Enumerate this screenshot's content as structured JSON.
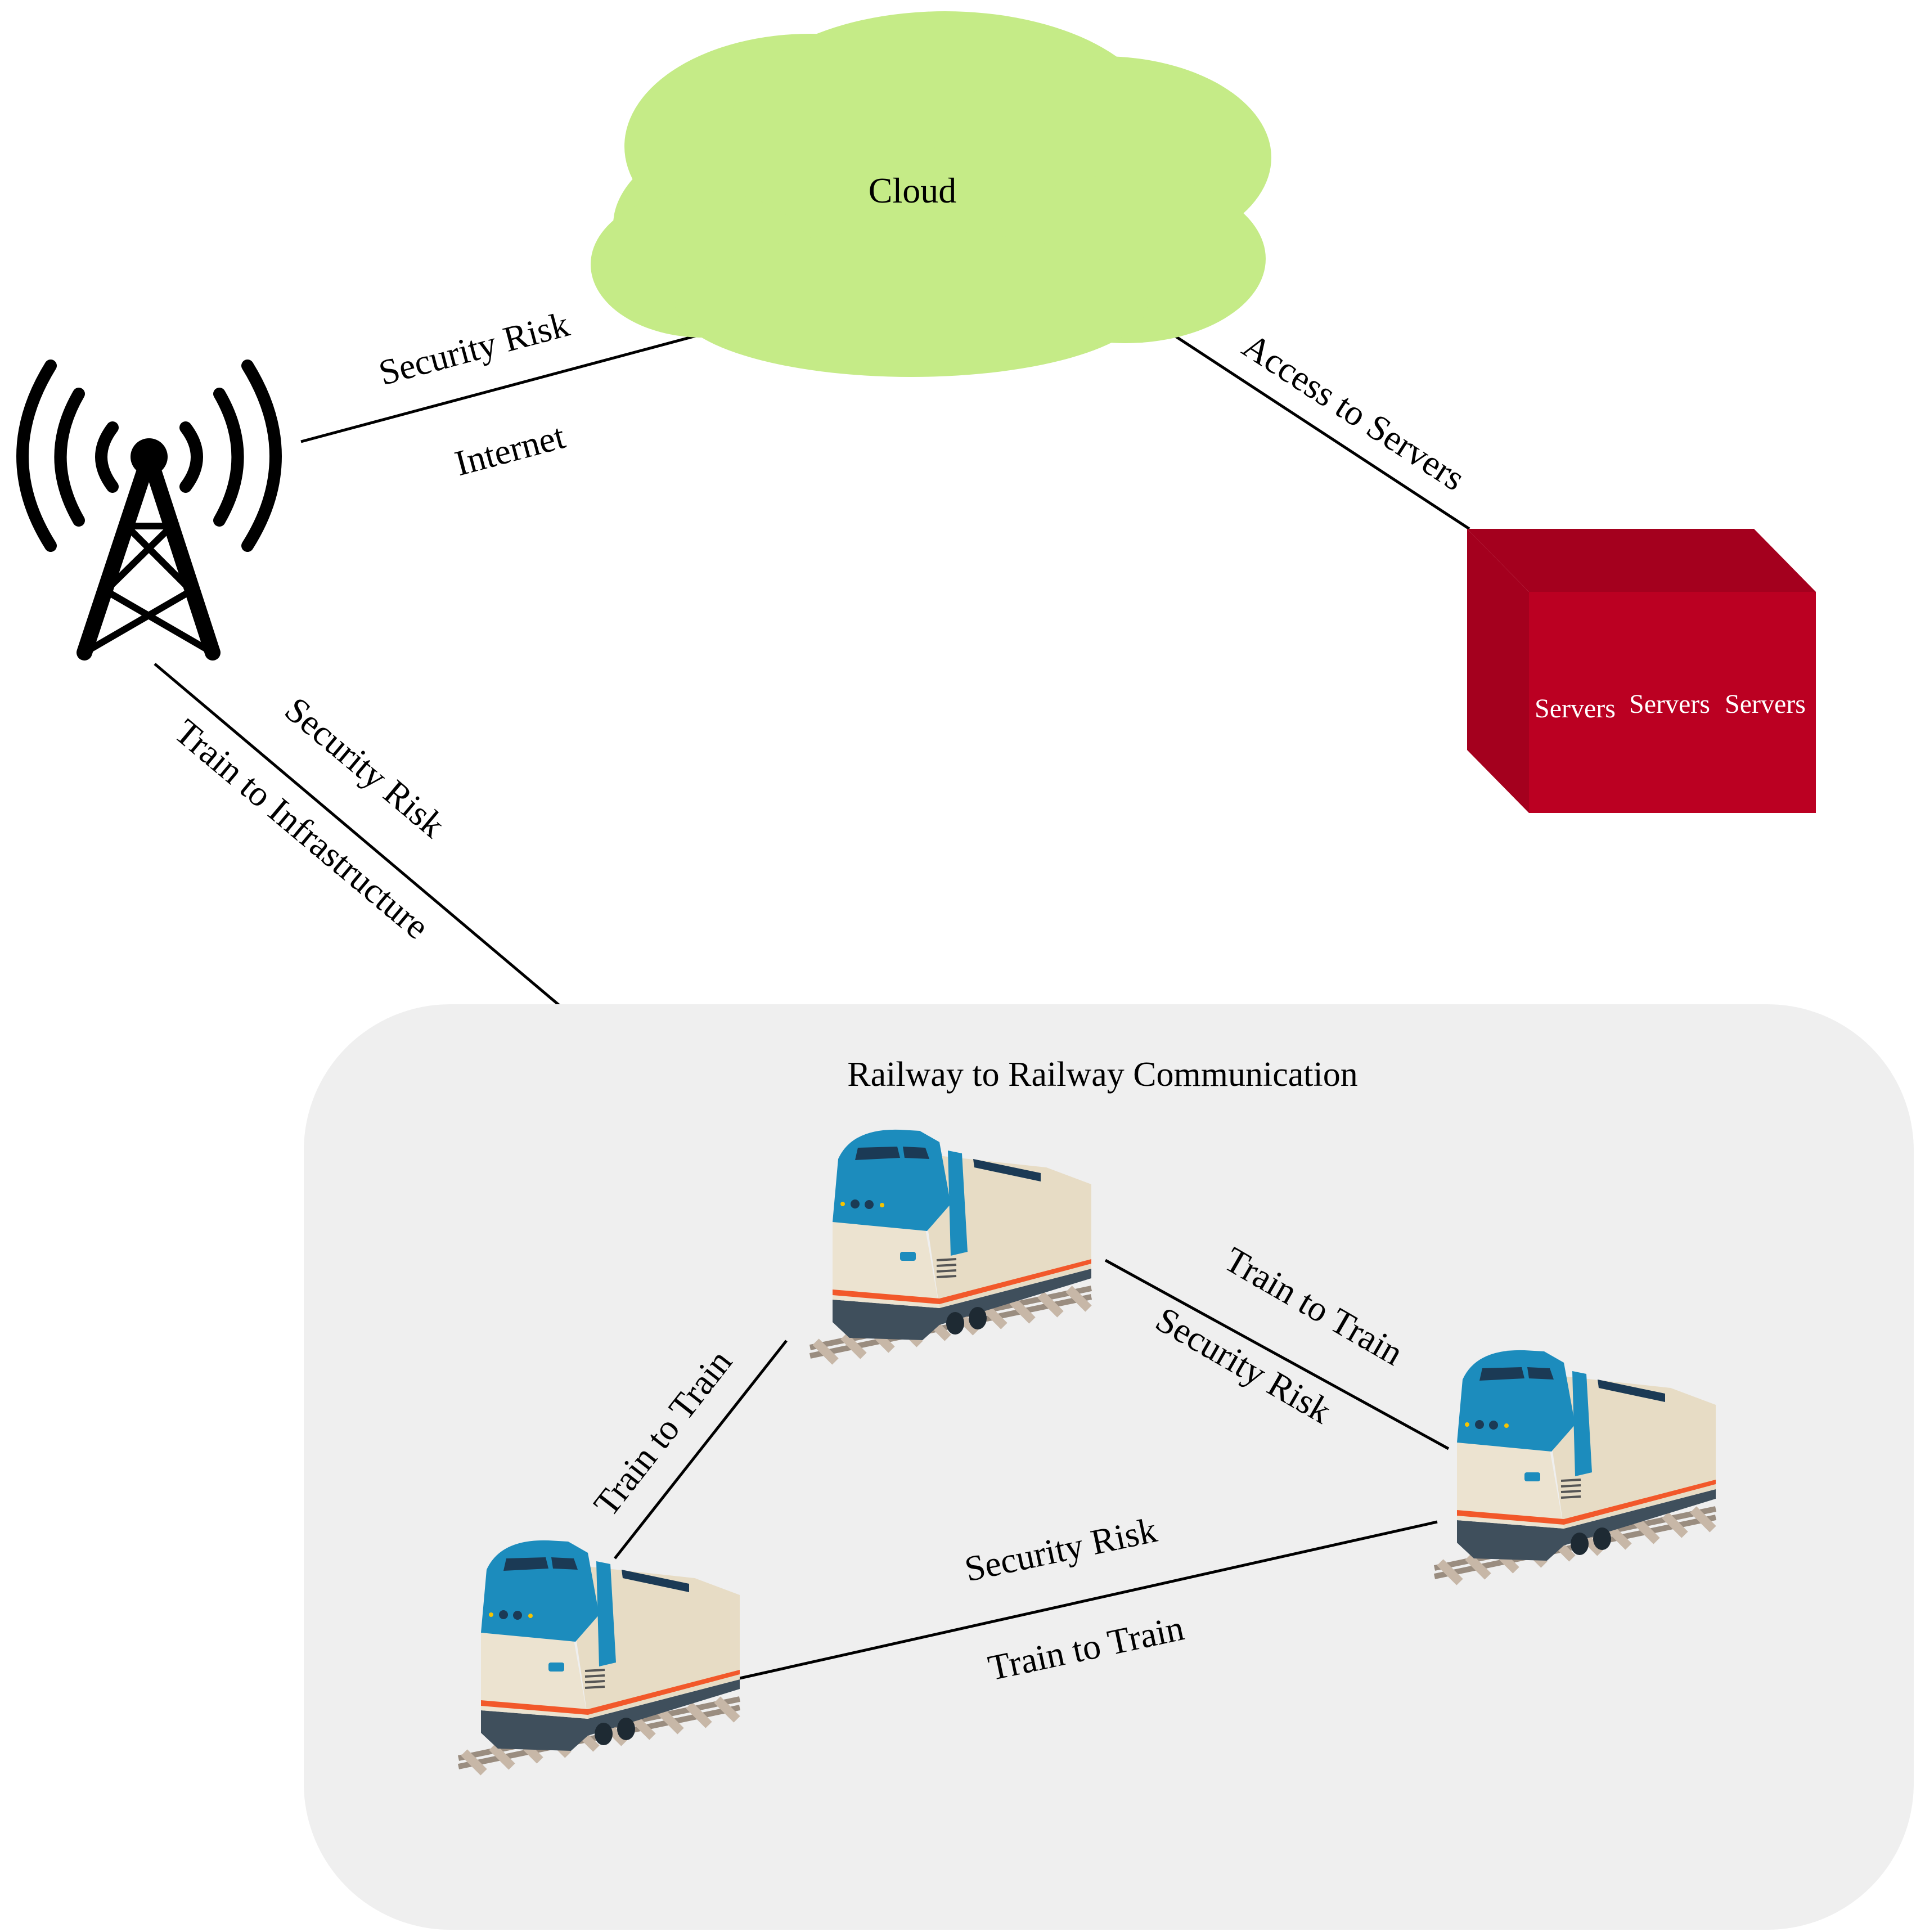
{
  "cloud": {
    "label": "Cloud",
    "color": "#c5eb87"
  },
  "servers": {
    "labels": [
      "Servers",
      "Servers",
      "Servers"
    ],
    "front_color": "#bb0022",
    "side_color": "#a4001e"
  },
  "tower": {
    "icon": "cell-tower-icon"
  },
  "edges": {
    "tower_cloud": {
      "top": "Security Risk",
      "bottom": "Internet"
    },
    "cloud_servers": {
      "top": "Access to Servers"
    },
    "tower_railway": {
      "top": "Security Risk",
      "bottom": "Train to Infrastructure"
    },
    "train_left_top": {
      "top": "Train to Train"
    },
    "train_top_right": {
      "top": "Train to Train",
      "bottom": "Security Risk"
    },
    "train_left_right": {
      "top": "Security Risk",
      "bottom": "Train to Train"
    }
  },
  "railway": {
    "title": "Railway to Railway Communication",
    "color": "#efefef"
  },
  "trains": {
    "icon": "train-icon",
    "body_color": "#e7dcc5",
    "nose_color": "#1c8cbd",
    "stripe_color": "#f2582a"
  }
}
